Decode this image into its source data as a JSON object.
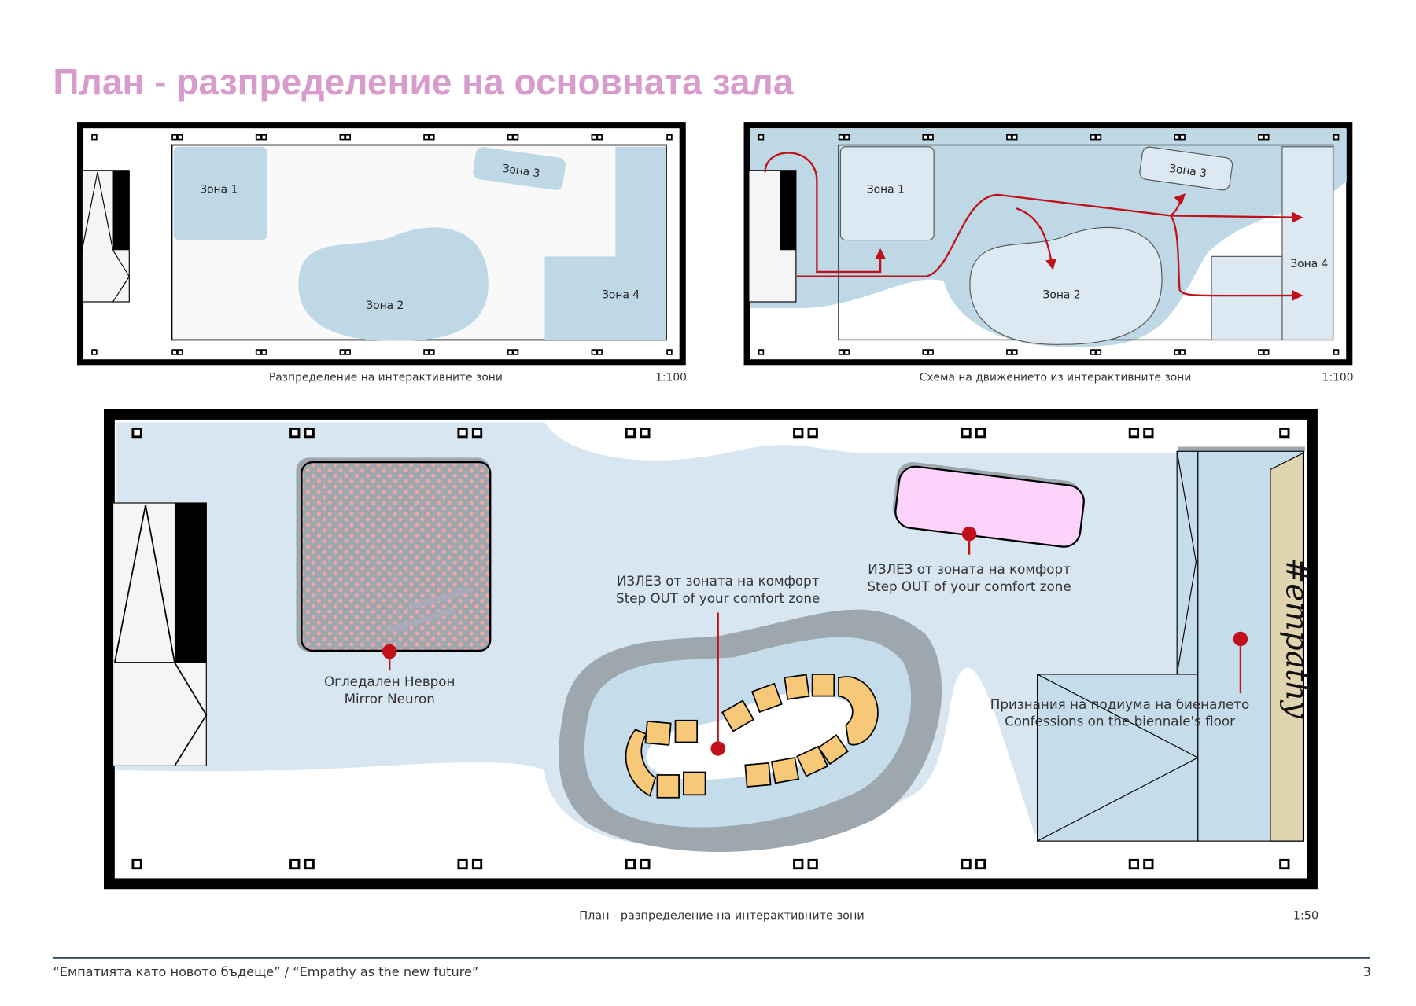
{
  "title": "План - разпределение на основната зала",
  "plan_a": {
    "caption": "Разпределение на интерактивните зони",
    "scale": "1:100",
    "zones": [
      "Зона 1",
      "Зона 2",
      "Зона 3",
      "Зона 4"
    ]
  },
  "plan_b": {
    "caption": "Схема на движението из интерактивните зони",
    "scale": "1:100",
    "zones": [
      "Зона 1",
      "Зона 2",
      "Зона 3",
      "Зона 4"
    ]
  },
  "plan_main": {
    "caption": "План - разпределение на интерактивните зони",
    "scale": "1:50",
    "mirror": [
      "Огледален Неврон",
      "Mirror Neuron"
    ],
    "step_out_center": [
      "ИЗЛЕЗ от зоната на комфорт",
      "Step OUT of your comfort zone"
    ],
    "step_out_pink": [
      "ИЗЛЕЗ от зоната на комфорт",
      "Step OUT of your comfort zone"
    ],
    "confessions": [
      "Признания на подиума на биеналето",
      "Confessions on the biennale's floor"
    ],
    "sign": "#empathy"
  },
  "footer": {
    "text": "“Емпатията като новото бъдеще” / “Empathy as the new future”",
    "page": "3"
  },
  "colors": {
    "title": "#d79ccb",
    "zone": "#bfd8e6",
    "path": "#c0101a",
    "pink": "#fdd3fb",
    "seat": "#f6c877"
  }
}
